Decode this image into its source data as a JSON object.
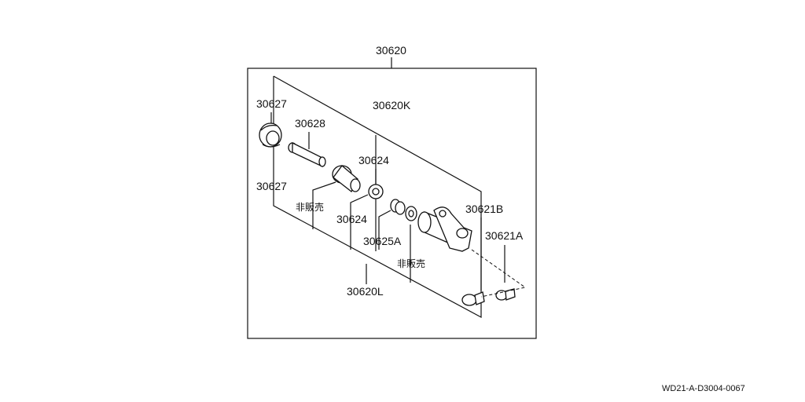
{
  "labels": {
    "assembly": "30620",
    "kit": "30620K",
    "boot_top": "30627",
    "pushrod": "30628",
    "piston_upper": "30624",
    "boot_lower": "30627",
    "not_for_sale_left": "非販売",
    "piston_lower": "30624",
    "spring": "30625A",
    "not_for_sale_right": "非販売",
    "bleeder_body": "30621B",
    "bleeder_cap": "30621A",
    "kit_lower": "30620L"
  },
  "footer": {
    "code": "WD21-A-D3004-0067"
  }
}
